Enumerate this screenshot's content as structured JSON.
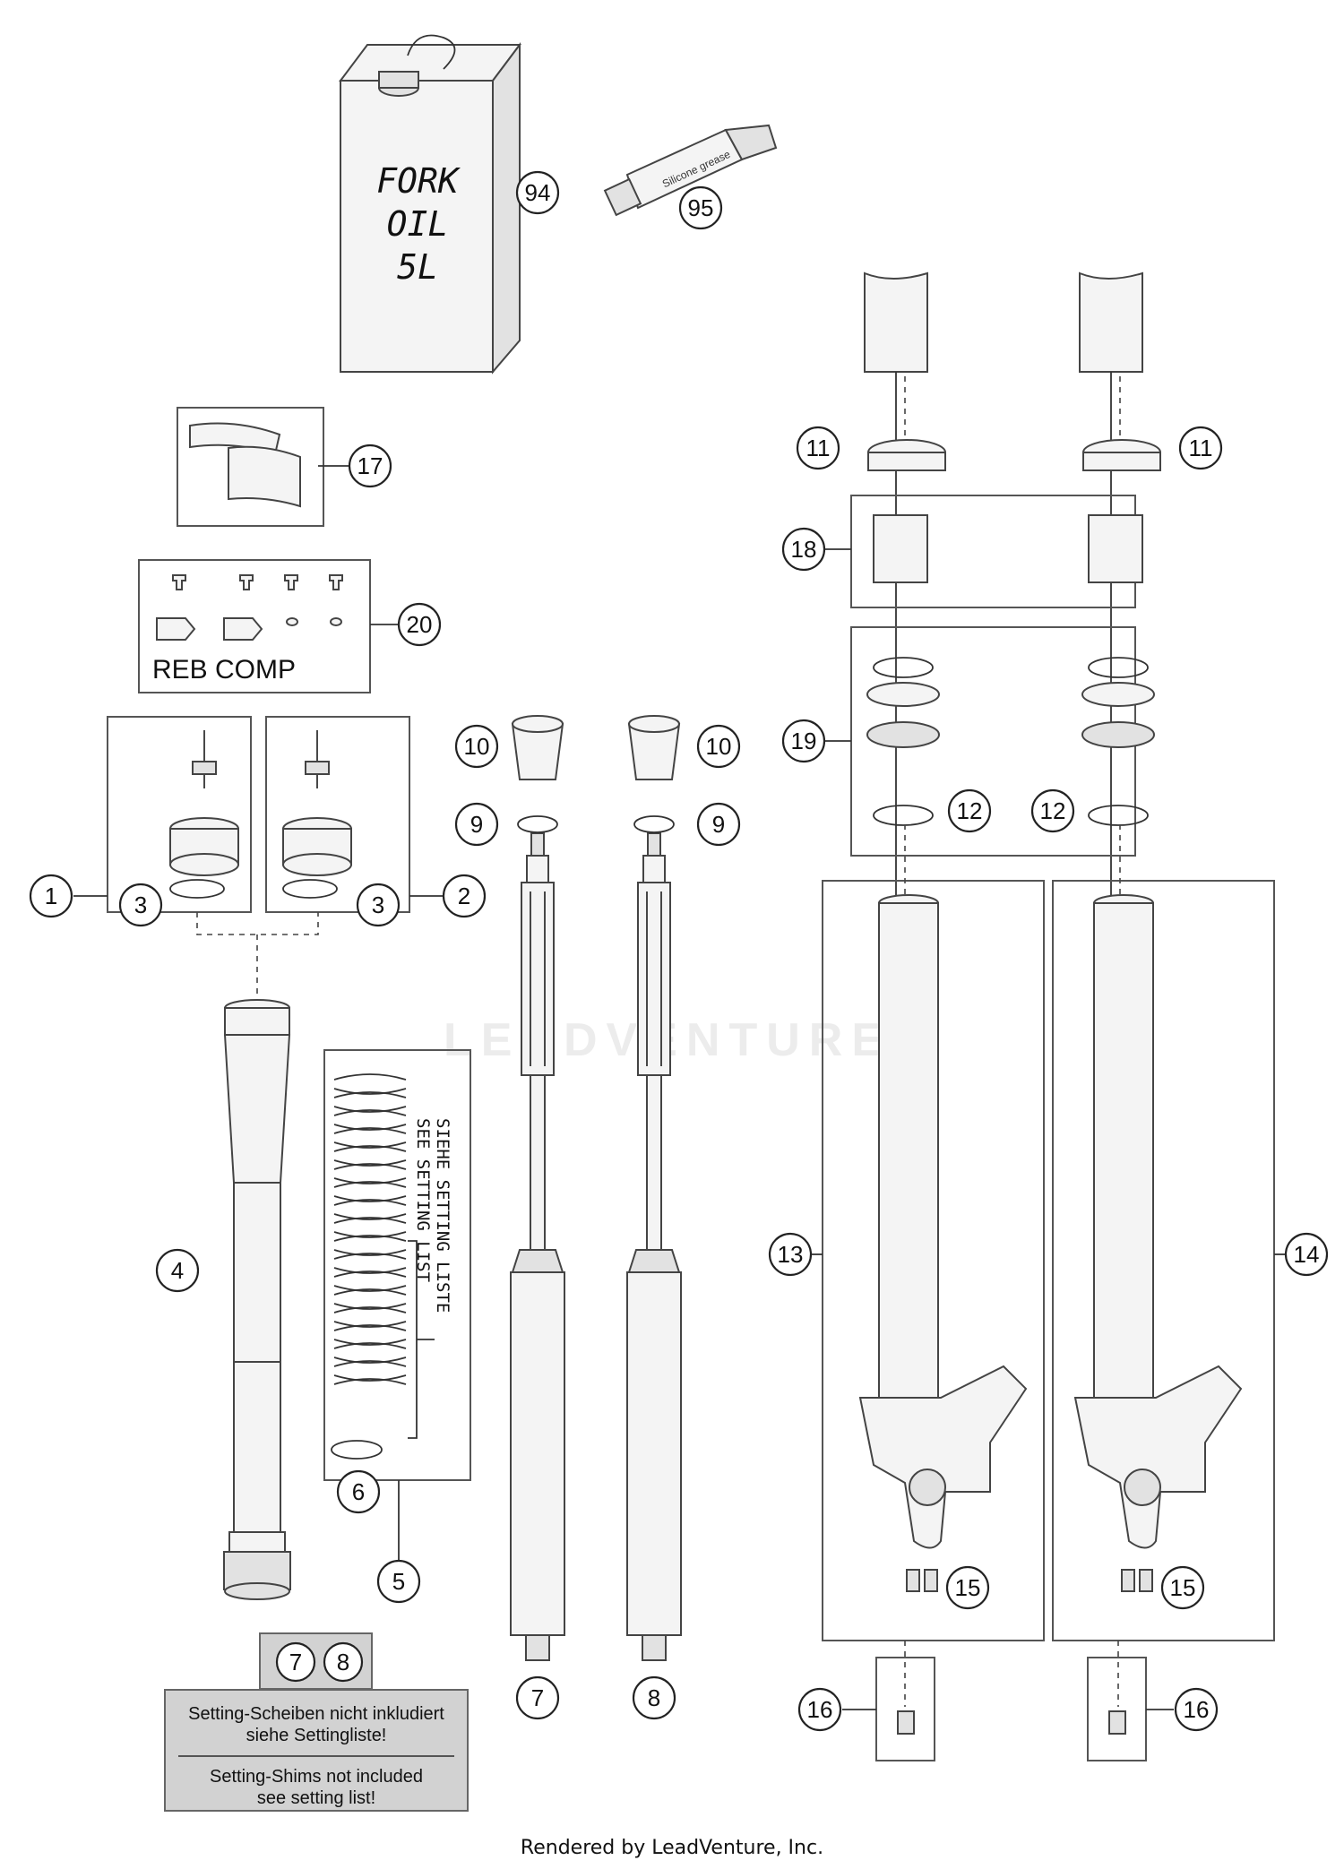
{
  "diagram": {
    "can_label": [
      "FORK",
      "OIL",
      "5L"
    ],
    "tube_label": "Silicone grease",
    "kit_labels": {
      "reb": "REB",
      "comp": "COMP"
    },
    "spring_note": [
      "SIEHE SETTING LISTE",
      "SEE SETTING LIST"
    ],
    "watermark": "LEADVENTURE",
    "callouts": [
      "94",
      "95",
      "17",
      "20",
      "1",
      "2",
      "3",
      "3",
      "4",
      "5",
      "6",
      "7",
      "8",
      "9",
      "9",
      "10",
      "10",
      "11",
      "11",
      "12",
      "12",
      "13",
      "14",
      "15",
      "15",
      "16",
      "16",
      "18",
      "19"
    ],
    "note_box": {
      "ids": [
        "7",
        "8"
      ],
      "german_line1": "Setting-Scheiben nicht inkludiert",
      "german_line2": "siehe Settingliste!",
      "english_line1": "Setting-Shims not included",
      "english_line2": "see setting list!"
    },
    "footer": "Rendered by LeadVenture, Inc."
  }
}
